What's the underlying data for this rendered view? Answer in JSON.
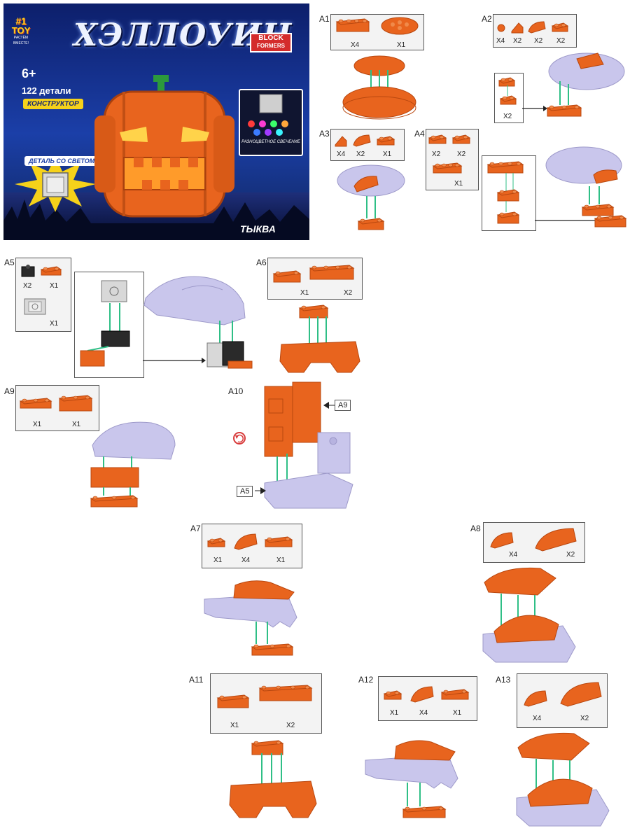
{
  "cover": {
    "brand_top": "#1",
    "brand_name": "TOY",
    "brand_slogan": "РАСТЁМ ВМЕСТЕ!",
    "title": "ХЭЛЛОУИН",
    "age": "6+",
    "pieces": "122 детали",
    "kind": "КОНСТРУКТОР",
    "block_brand_1": "BLOCK",
    "block_brand_2": "FORMERS",
    "light_part": "ДЕТАЛЬ СО СВЕТОМ",
    "multicolor": "РАЗНОЦВЕТНОЕ СВЕЧЕНИЕ",
    "model_name": "ТЫКВА"
  },
  "steps": {
    "a1": {
      "label": "A1",
      "qty": [
        "X4",
        "X1"
      ]
    },
    "a2": {
      "label": "A2",
      "qty": [
        "X4",
        "X2",
        "X2",
        "X2"
      ],
      "sub_qty": "X2"
    },
    "a3": {
      "label": "A3",
      "qty": [
        "X4",
        "X2",
        "X1"
      ]
    },
    "a4": {
      "label": "A4",
      "qty": [
        "X2",
        "X2",
        "X1"
      ]
    },
    "a5": {
      "label": "A5",
      "qty": [
        "X2",
        "X1",
        "X1"
      ]
    },
    "a6": {
      "label": "A6",
      "qty": [
        "X1",
        "X2"
      ]
    },
    "a9": {
      "label": "A9",
      "qty": [
        "X1",
        "X1"
      ]
    },
    "a10": {
      "label": "A10",
      "callout_a9": "A9",
      "callout_a5": "A5"
    },
    "a7": {
      "label": "A7",
      "qty": [
        "X1",
        "X4",
        "X1"
      ]
    },
    "a8": {
      "label": "A8",
      "qty": [
        "X4",
        "X2"
      ]
    },
    "a11": {
      "label": "A11",
      "qty": [
        "X1",
        "X2"
      ]
    },
    "a12": {
      "label": "A12",
      "qty": [
        "X1",
        "X4",
        "X1"
      ]
    },
    "a13": {
      "label": "A13",
      "qty": [
        "X4",
        "X2"
      ]
    }
  },
  "colors": {
    "orange": "#e8641e",
    "orange_dark": "#b8470f",
    "lavender": "#c9c6ec",
    "lavender_dark": "#9d99c9",
    "connector": "#2fbf86",
    "navy": "#1b3fa8"
  }
}
